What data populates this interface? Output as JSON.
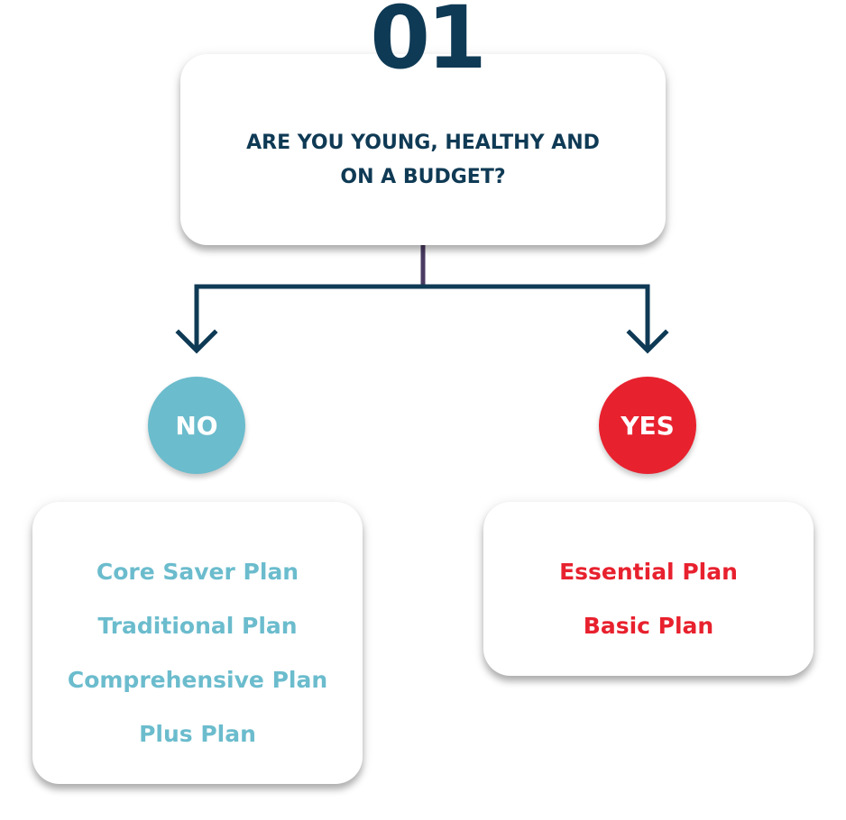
{
  "step_number": "01",
  "question": "ARE YOU YOUNG, HEALTHY AND\nON A BUDGET?",
  "branches": {
    "no": {
      "label": "NO",
      "color": "#6bbccd",
      "plans": [
        "Core Saver Plan",
        "Traditional Plan",
        "Comprehensive Plan",
        "Plus Plan"
      ]
    },
    "yes": {
      "label": "YES",
      "color": "#e8212e",
      "plans": [
        "Essential Plan",
        "Basic Plan"
      ]
    }
  },
  "colors": {
    "primary_text": "#0f3a55",
    "stem": "#4a3b63",
    "connector": "#0f3a55"
  }
}
